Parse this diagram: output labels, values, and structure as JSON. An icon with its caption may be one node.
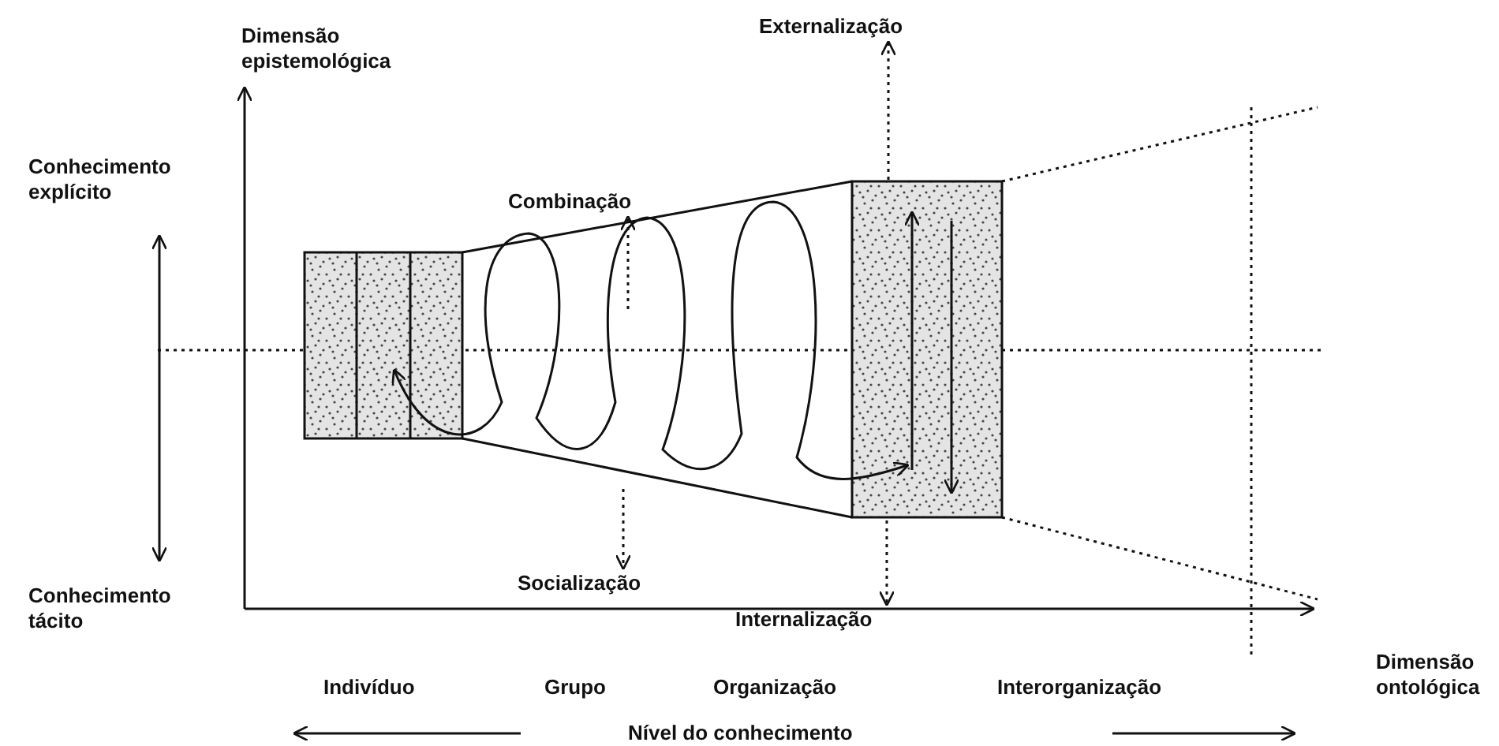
{
  "diagram": {
    "nodes": [
      {
        "text": [
          "Combinação"
        ]
      },
      {
        "text": [
          "Externalização"
        ]
      },
      {
        "text": [
          "Socialização"
        ]
      },
      {
        "text": [
          "Internalização"
        ]
      }
    ],
    "edges": [
      {
        "from": null,
        "to": 0,
        "arrow": "to",
        "style": "dashed"
      },
      {
        "from": null,
        "to": 1,
        "arrow": "to",
        "style": "dashed"
      },
      {
        "from": null,
        "to": 2,
        "arrow": "to",
        "style": "dashed"
      },
      {
        "from": null,
        "to": 3,
        "arrow": "to",
        "style": "dashed"
      }
    ],
    "labels": [
      "Dimensão epistemológica",
      "Conhecimento explícito",
      "Conhecimento tácito",
      "Dimensão ontológica",
      "Indivíduo",
      "Grupo",
      "Organização",
      "Interorganização",
      "Nível do conhecimento"
    ]
  }
}
